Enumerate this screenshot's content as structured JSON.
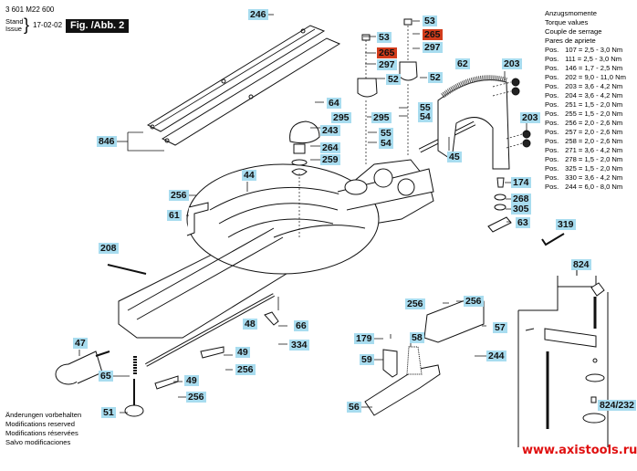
{
  "header": {
    "part_number": "3 601 M22 600",
    "stand_label": "Stand",
    "issue_label": "Issue",
    "issue_date": "17-02-02",
    "figure_label": "Fig. /Abb. 2"
  },
  "torque_table": {
    "titles": [
      "Anzugsmomente",
      "Torque values",
      "Couple de serrage",
      "Pares de apriete"
    ],
    "rows": [
      {
        "pos_label": "Pos.",
        "value": "107 = 2,5 - 3,0 Nm"
      },
      {
        "pos_label": "Pos.",
        "value": "111 = 2,5 - 3,0 Nm"
      },
      {
        "pos_label": "Pos.",
        "value": "146 = 1,7 - 2,5 Nm"
      },
      {
        "pos_label": "Pos.",
        "value": "202 = 9,0 - 11,0 Nm"
      },
      {
        "pos_label": "Pos.",
        "value": "203 = 3,6 - 4,2 Nm"
      },
      {
        "pos_label": "Pos.",
        "value": "204 = 3,6 - 4,2 Nm"
      },
      {
        "pos_label": "Pos.",
        "value": "251 = 1,5 - 2,0 Nm"
      },
      {
        "pos_label": "Pos.",
        "value": "255 = 1,5 - 2,0 Nm"
      },
      {
        "pos_label": "Pos.",
        "value": "256 = 2,0 - 2,6 Nm"
      },
      {
        "pos_label": "Pos.",
        "value": "257 = 2,0 - 2,6 Nm"
      },
      {
        "pos_label": "Pos.",
        "value": "258 = 2,0 - 2,6 Nm"
      },
      {
        "pos_label": "Pos.",
        "value": "271 = 3,6 - 4,2 Nm"
      },
      {
        "pos_label": "Pos.",
        "value": "278 = 1,5 - 2,0 Nm"
      },
      {
        "pos_label": "Pos.",
        "value": "325 = 1,5 - 2,0 Nm"
      },
      {
        "pos_label": "Pos.",
        "value": "330 = 3,6 - 4,2 Nm"
      },
      {
        "pos_label": "Pos.",
        "value": "244 = 6,0 - 8,0 Nm"
      }
    ]
  },
  "footer": {
    "notes": [
      "Änderungen vorbehalten",
      "Modifications reserved",
      "Modifications réservées",
      "Salvo modificaciones"
    ],
    "website": "www.axistools.ru"
  },
  "colors": {
    "label_bg": "#a8dcef",
    "highlight_label_bg": "#d23c1c",
    "website_color": "#e01010"
  },
  "part_labels": [
    {
      "id": "246",
      "text": "246",
      "highlight": false
    },
    {
      "id": "846",
      "text": "846",
      "highlight": false
    },
    {
      "id": "53a",
      "text": "53",
      "highlight": false
    },
    {
      "id": "265a",
      "text": "265",
      "highlight": true
    },
    {
      "id": "297a",
      "text": "297",
      "highlight": false
    },
    {
      "id": "52a",
      "text": "52",
      "highlight": false
    },
    {
      "id": "53b",
      "text": "53",
      "highlight": false
    },
    {
      "id": "265b",
      "text": "265",
      "highlight": true
    },
    {
      "id": "297b",
      "text": "297",
      "highlight": false
    },
    {
      "id": "52b",
      "text": "52",
      "highlight": false
    },
    {
      "id": "62",
      "text": "62",
      "highlight": false
    },
    {
      "id": "203a",
      "text": "203",
      "highlight": false
    },
    {
      "id": "203b",
      "text": "203",
      "highlight": false
    },
    {
      "id": "64",
      "text": "64",
      "highlight": false
    },
    {
      "id": "295a",
      "text": "295",
      "highlight": false
    },
    {
      "id": "295b",
      "text": "295",
      "highlight": false
    },
    {
      "id": "55a",
      "text": "55",
      "highlight": false
    },
    {
      "id": "54a",
      "text": "54",
      "highlight": false
    },
    {
      "id": "55b",
      "text": "55",
      "highlight": false
    },
    {
      "id": "54b",
      "text": "54",
      "highlight": false
    },
    {
      "id": "243",
      "text": "243",
      "highlight": false
    },
    {
      "id": "264",
      "text": "264",
      "highlight": false
    },
    {
      "id": "259",
      "text": "259",
      "highlight": false
    },
    {
      "id": "45",
      "text": "45",
      "highlight": false
    },
    {
      "id": "44",
      "text": "44",
      "highlight": false
    },
    {
      "id": "174",
      "text": "174",
      "highlight": false
    },
    {
      "id": "268",
      "text": "268",
      "highlight": false
    },
    {
      "id": "305",
      "text": "305",
      "highlight": false
    },
    {
      "id": "63",
      "text": "63",
      "highlight": false
    },
    {
      "id": "319",
      "text": "319",
      "highlight": false
    },
    {
      "id": "256a",
      "text": "256",
      "highlight": false
    },
    {
      "id": "61",
      "text": "61",
      "highlight": false
    },
    {
      "id": "208",
      "text": "208",
      "highlight": false
    },
    {
      "id": "824",
      "text": "824",
      "highlight": false
    },
    {
      "id": "256b",
      "text": "256",
      "highlight": false
    },
    {
      "id": "256c",
      "text": "256",
      "highlight": false
    },
    {
      "id": "57",
      "text": "57",
      "highlight": false
    },
    {
      "id": "48",
      "text": "48",
      "highlight": false
    },
    {
      "id": "66",
      "text": "66",
      "highlight": false
    },
    {
      "id": "334",
      "text": "334",
      "highlight": false
    },
    {
      "id": "179",
      "text": "179",
      "highlight": false
    },
    {
      "id": "58",
      "text": "58",
      "highlight": false
    },
    {
      "id": "244",
      "text": "244",
      "highlight": false
    },
    {
      "id": "47",
      "text": "47",
      "highlight": false
    },
    {
      "id": "49a",
      "text": "49",
      "highlight": false
    },
    {
      "id": "256d",
      "text": "256",
      "highlight": false
    },
    {
      "id": "65",
      "text": "65",
      "highlight": false
    },
    {
      "id": "49b",
      "text": "49",
      "highlight": false
    },
    {
      "id": "256e",
      "text": "256",
      "highlight": false
    },
    {
      "id": "59",
      "text": "59",
      "highlight": false
    },
    {
      "id": "56",
      "text": "56",
      "highlight": false
    },
    {
      "id": "51",
      "text": "51",
      "highlight": false
    },
    {
      "id": "824-232",
      "text": "824/232",
      "highlight": false
    }
  ]
}
